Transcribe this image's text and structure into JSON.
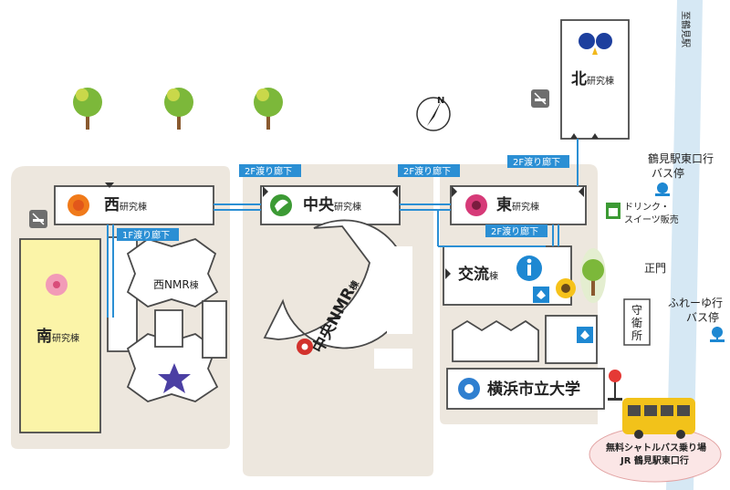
{
  "buildings": {
    "north": {
      "name": "北",
      "suffix": "研究棟"
    },
    "west": {
      "name": "西",
      "suffix": "研究棟"
    },
    "central": {
      "name": "中央",
      "suffix": "研究棟"
    },
    "east": {
      "name": "東",
      "suffix": "研究棟"
    },
    "south": {
      "name": "南",
      "suffix": "研究棟"
    },
    "exchange": {
      "name": "交流",
      "suffix": "棟"
    },
    "west_nmr": {
      "name": "西NMR",
      "suffix": "棟"
    },
    "central_nmr": {
      "name": "中央NMR",
      "suffix": "棟"
    },
    "university": {
      "name": "横浜市立大学"
    }
  },
  "corridors": {
    "c_2f_north": "2F渡り廊下",
    "c_2f_west_central": "2F渡り廊下",
    "c_2f_central_east": "2F渡り廊下",
    "c_2f_east_exchange": "2F渡り廊下",
    "c_1f_west": "1F渡り廊下"
  },
  "labels": {
    "to_tsurumi_station": "至鶴見駅",
    "bus_stop_tsurumi_east": [
      "鶴見駅東口行",
      "バス停"
    ],
    "bus_stop_fureyu": [
      "ふれーゆ行",
      "バス停"
    ],
    "main_gate": "正門",
    "guard_house": [
      "守",
      "衛",
      "所"
    ],
    "drinks": [
      "ドリンク・",
      "スイーツ販売"
    ],
    "shuttle": [
      "無料シャトルバス乗り場",
      "JR 鶴見駅東口行"
    ],
    "north_marker": "N"
  },
  "colors": {
    "bus_blue": "#1e88d2",
    "corridor_blue": "#2b8fd4",
    "ground": "#ede7de",
    "south_fill": "#fbf4a8",
    "road": "#d6e8f4",
    "shuttle_ellipse": "#fbe6e6",
    "shuttle_pin": "#e53935",
    "nmr_pin": "#d2322d"
  },
  "icons": [
    "tree-icon",
    "no-smoking-icon",
    "compass-icon",
    "info-icon",
    "bus-stop-icon",
    "bus-icon",
    "drink-shop-icon",
    "sunflower-icon",
    "sakura-icon",
    "bellflower-icon",
    "logo-icon",
    "vending-icon",
    "pin-icon",
    "ginkgo-logo-icon",
    "gerbera-icon",
    "marigold-icon",
    "hydrangea-icon"
  ]
}
